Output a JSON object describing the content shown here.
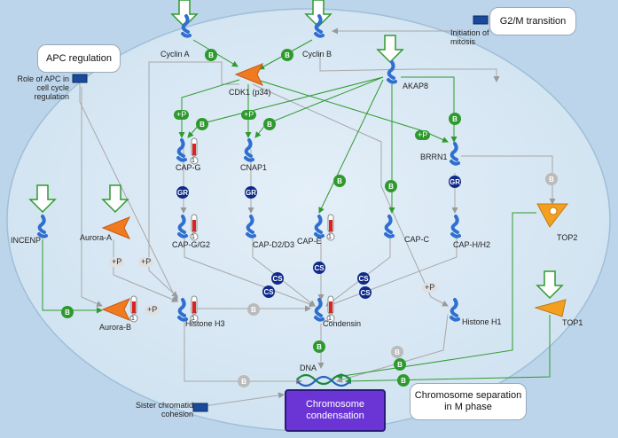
{
  "callouts": {
    "apc": "APC regulation",
    "g2m": "G2/M transition",
    "chrom_sep": "Chromosome separation in M phase",
    "final": "Chromosome condensation"
  },
  "labels": {
    "role_apc": "Role of APC in cell cycle regulation",
    "init_mitosis": "Initiation of mitosis",
    "sister": "Sister chromatid cohesion",
    "cyclin_a": "Cyclin A",
    "cyclin_b": "Cyclin B",
    "cdk1": "CDK1 (p34)",
    "akap8": "AKAP8",
    "cap_g": "CAP-G",
    "cnap1": "CNAP1",
    "brrn1": "BRRN1",
    "incenp": "INCENP",
    "aurora_a": "Aurora-A",
    "cap_g2": "CAP-G/G2",
    "cap_d2": "CAP-D2/D3",
    "cap_e": "CAP-E",
    "cap_c": "CAP-C",
    "cap_h": "CAP-H/H2",
    "top2": "TOP2",
    "aurora_b": "Aurora-B",
    "histone_h3": "Histone H3",
    "condensin": "Condensin",
    "histone_h1": "Histone H1",
    "top1": "TOP1",
    "dna": "DNA"
  },
  "badges": {
    "b": "B",
    "gr": "GR",
    "cs": "CS",
    "plus_p": "+P",
    "one": "1"
  },
  "colors": {
    "cell_fill": "#b9d3e8",
    "nucleus_fill": "#d2e4f1",
    "green": "#2e9a2e",
    "navy": "#102a8a",
    "protein_blue": "#2f6fd0",
    "kinase_orange": "#f07a20",
    "top_orange": "#f3a020",
    "final_purple": "#6b35d6"
  }
}
